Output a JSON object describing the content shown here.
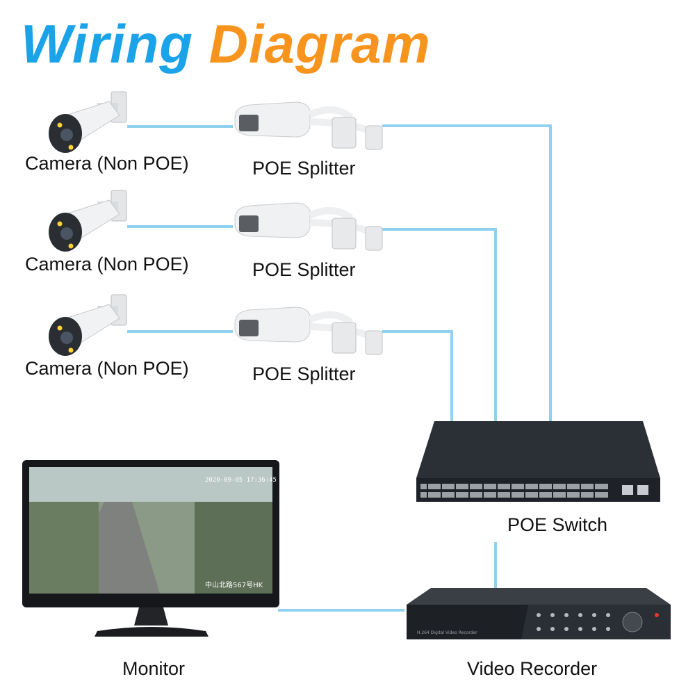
{
  "title": {
    "word1": "Wiring",
    "word2": "Diagram"
  },
  "labels": {
    "camera": "Camera (Non POE)",
    "splitter": "POE Splitter",
    "switch": "POE Switch",
    "monitor": "Monitor",
    "recorder": "Video Recorder"
  },
  "monitor_overlay": {
    "timestamp": "2020-09-05 17:36:45",
    "location": "中山北路567号HK"
  },
  "recorder_panel": {
    "text": "H.264 Digital Video Recorder"
  },
  "colors": {
    "title_blue": "#1aa3e8",
    "title_orange": "#f7941d",
    "wire": "#8fd1ee"
  }
}
